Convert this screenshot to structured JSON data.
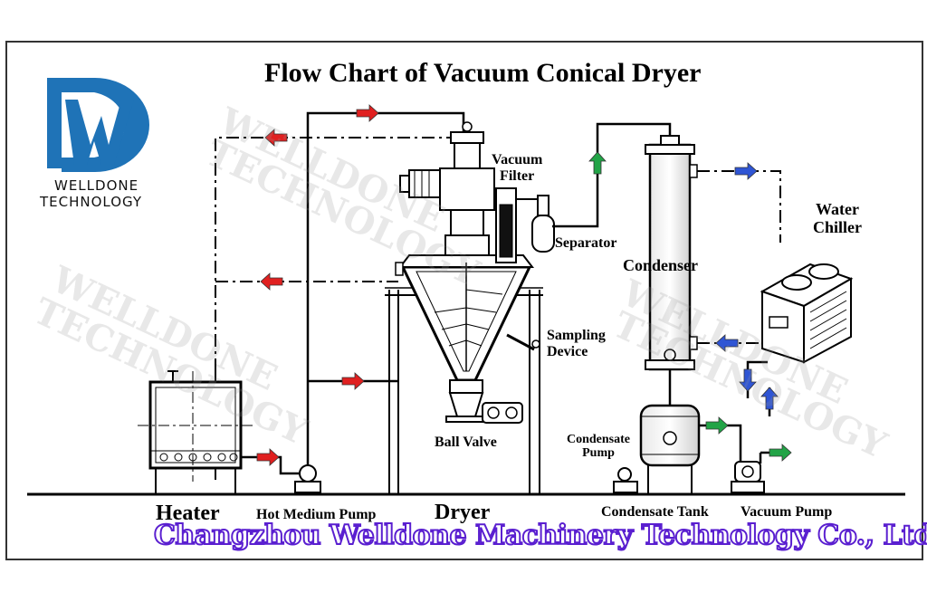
{
  "title": "Flow Chart of Vacuum Conical Dryer",
  "logo": {
    "line1": "WELLDONE",
    "line2": "TECHNOLOGY"
  },
  "watermark": {
    "line1": "WELLDONE",
    "line2": "TECHNOLOGY"
  },
  "labels": {
    "vacuum_filter_1": "Vacuum",
    "vacuum_filter_2": "Filter",
    "separator": "Separator",
    "condenser": "Condenser",
    "water_chiller_1": "Water",
    "water_chiller_2": "Chiller",
    "sampling_1": "Sampling",
    "sampling_2": "Device",
    "ball_valve": "Ball Valve",
    "condensate_pump_1": "Condensate",
    "condensate_pump_2": "Pump",
    "heater": "Heater",
    "hot_medium_pump": "Hot Medium Pump",
    "dryer": "Dryer",
    "condensate_tank": "Condensate Tank",
    "vacuum_pump": "Vacuum Pump"
  },
  "company": "Changzhou Welldone Machinery Technology Co., Ltd",
  "colors": {
    "logo_blue": "#1f73b7",
    "arrow_red": "#e02020",
    "arrow_green": "#22a447",
    "arrow_blue": "#2f55d4",
    "company_text_stroke": "#5a1fd0"
  },
  "icons": {
    "arrow": "arrow-icon",
    "logo": "wd-logo-icon"
  }
}
